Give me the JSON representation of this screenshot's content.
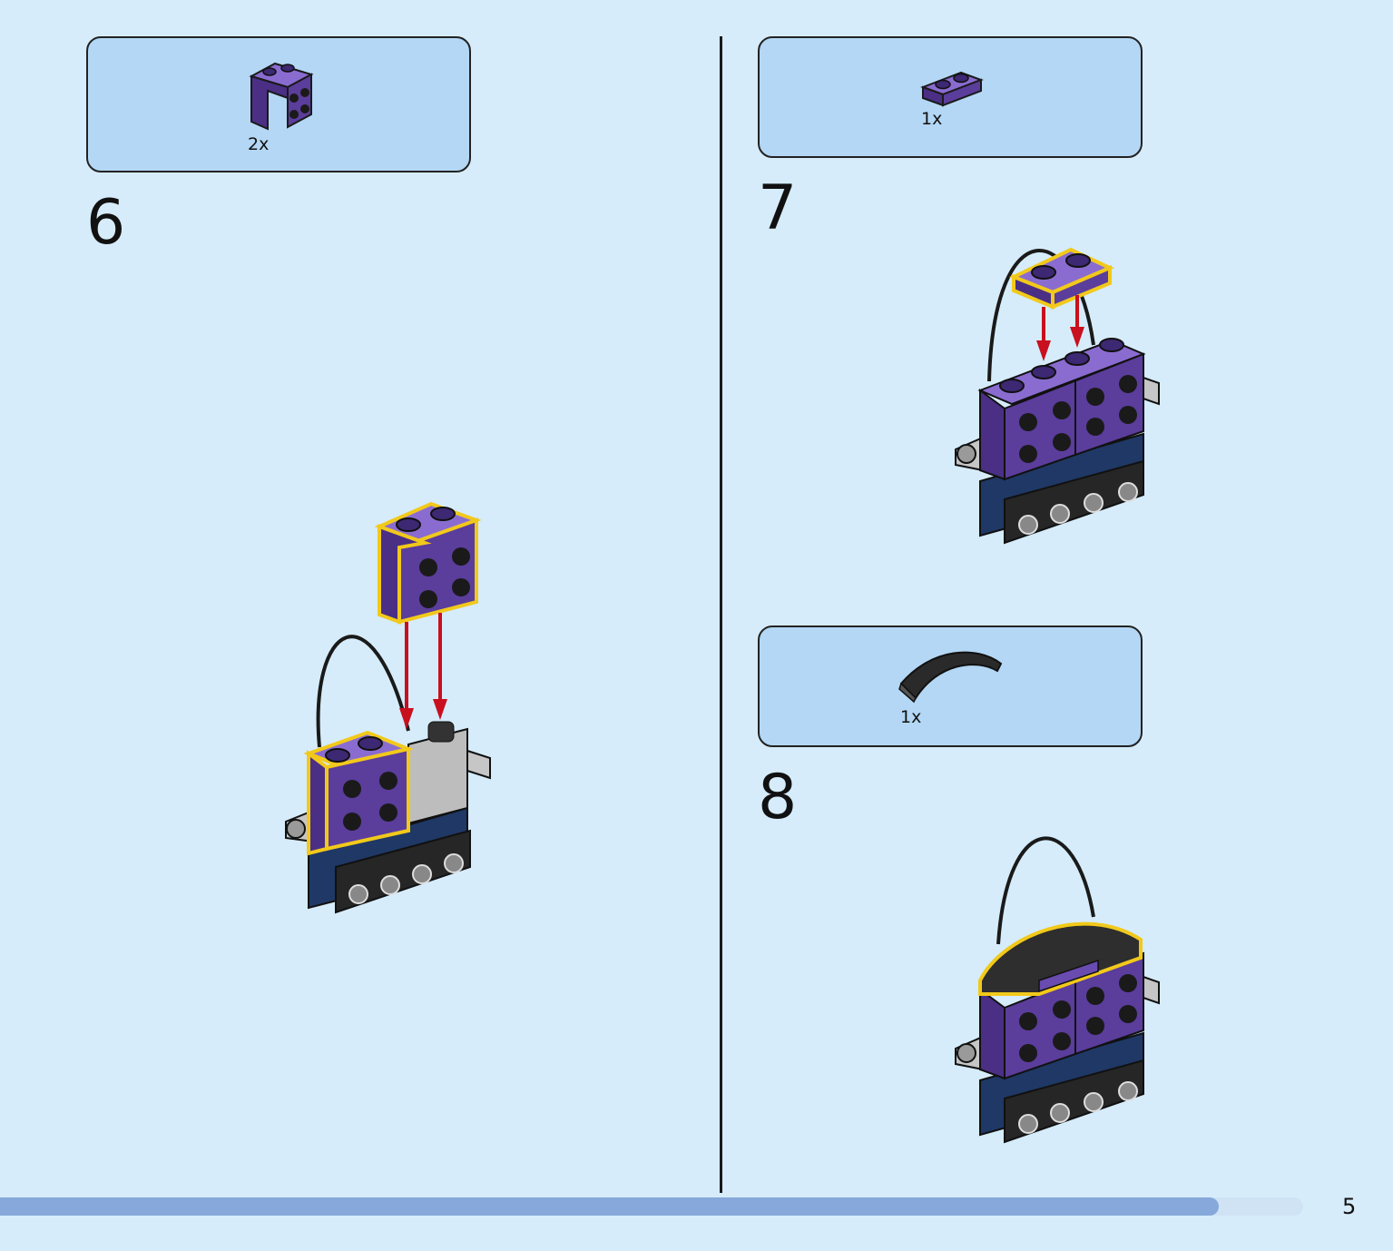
{
  "steps": [
    {
      "number": "6",
      "parts": [
        {
          "quantity": "2x",
          "part_icon": "purple-bracket-1x2-2x2-icon"
        }
      ]
    },
    {
      "number": "7",
      "parts": [
        {
          "quantity": "1x",
          "part_icon": "purple-plate-1x2-icon"
        }
      ]
    },
    {
      "number": "8",
      "parts": [
        {
          "quantity": "1x",
          "part_icon": "black-curved-slope-icon"
        }
      ]
    }
  ],
  "page": {
    "number": "5",
    "progress": 0.935
  },
  "colors": {
    "background": "#d6ecfb",
    "parts_box": "#b3d7f4",
    "brick_purple": "#5b3d9c",
    "highlight_outline": "#f2c91a",
    "arrow_red": "#c9101e",
    "progress_fill": "#86a8da",
    "base_blue": "#1f3866",
    "base_black": "#262626"
  }
}
